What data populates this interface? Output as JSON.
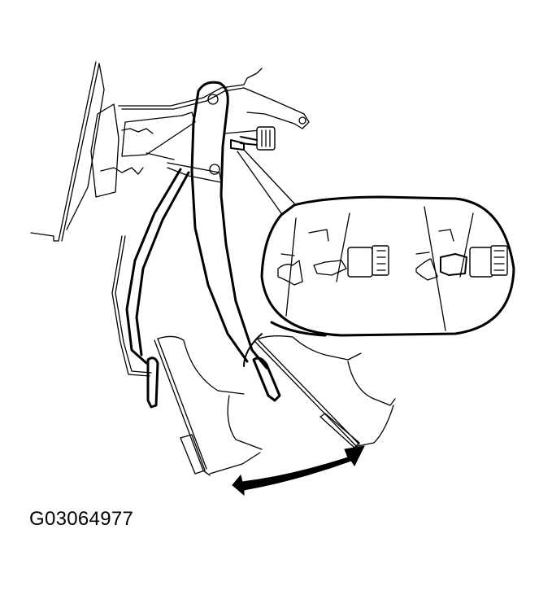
{
  "figure": {
    "id_label": "G03064977",
    "subject": "brake-pedal-stop-lamp-switch",
    "colors": {
      "line": "#000000",
      "background": "#ffffff"
    }
  },
  "callout": {
    "views": [
      "switch-before-install",
      "switch-installed"
    ]
  },
  "arrow": {
    "meaning": "pedal-travel-direction"
  }
}
